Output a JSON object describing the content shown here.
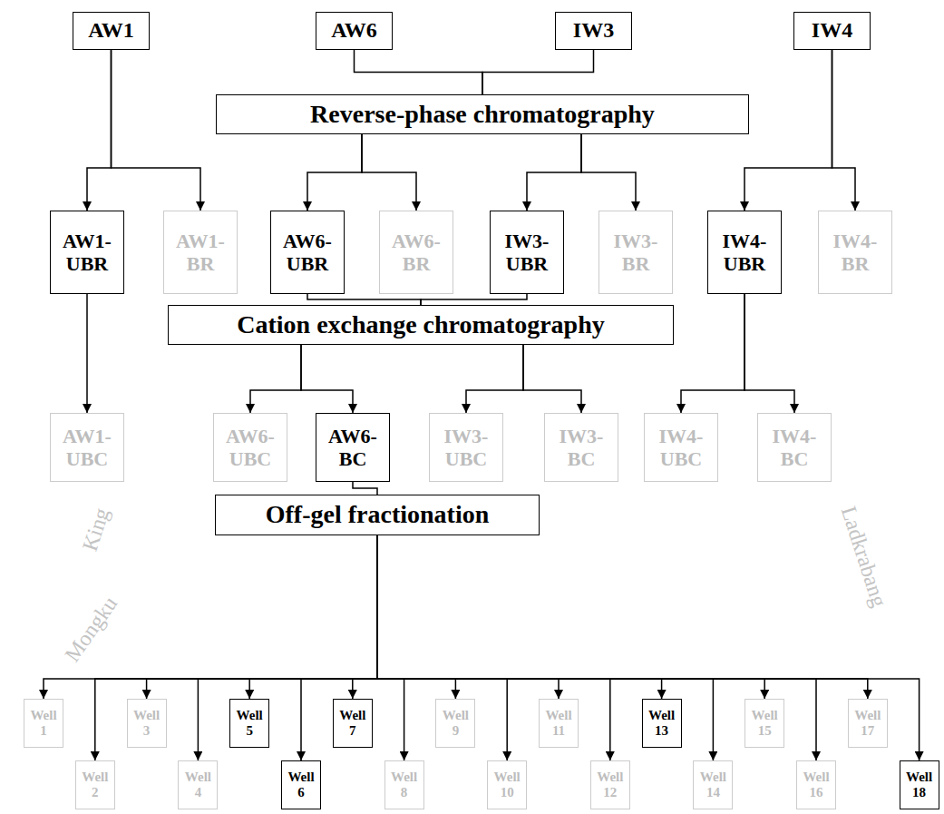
{
  "diagram": {
    "nodes": [
      {
        "text": [
          "AW1"
        ]
      },
      {
        "text": [
          "AW6"
        ]
      },
      {
        "text": [
          "IW3"
        ]
      },
      {
        "text": [
          "IW4"
        ]
      },
      {
        "text": [
          "Reverse-phase chromatography"
        ]
      },
      {
        "text": [
          "AW1-UBR"
        ]
      },
      {
        "text": [
          "AW1-BR"
        ]
      },
      {
        "text": [
          "AW6-UBR"
        ]
      },
      {
        "text": [
          "AW6-BR"
        ]
      },
      {
        "text": [
          "IW3-UBR"
        ]
      },
      {
        "text": [
          "IW3-BR"
        ]
      },
      {
        "text": [
          "IW4-UBR"
        ]
      },
      {
        "text": [
          "IW4-BR"
        ]
      },
      {
        "text": [
          "Cation exchange chromatography"
        ]
      },
      {
        "text": [
          "AW1-UBC"
        ]
      },
      {
        "text": [
          "AW6-UBC"
        ]
      },
      {
        "text": [
          "AW6-BC"
        ]
      },
      {
        "text": [
          "IW3-UBC"
        ]
      },
      {
        "text": [
          "IW3-BC"
        ]
      },
      {
        "text": [
          "IW4-UBC"
        ]
      },
      {
        "text": [
          "IW4-BC"
        ]
      },
      {
        "text": [
          "Off-gel fractionation"
        ]
      },
      {
        "text": [
          "Well 1"
        ]
      },
      {
        "text": [
          "Well 2"
        ]
      },
      {
        "text": [
          "Well 3"
        ]
      },
      {
        "text": [
          "Well 4"
        ]
      },
      {
        "text": [
          "Well 5"
        ]
      },
      {
        "text": [
          "Well 6"
        ]
      },
      {
        "text": [
          "Well 7"
        ]
      },
      {
        "text": [
          "Well 8"
        ]
      },
      {
        "text": [
          "Well 9"
        ]
      },
      {
        "text": [
          "Well 10"
        ]
      },
      {
        "text": [
          "Well 11"
        ]
      },
      {
        "text": [
          "Well 12"
        ]
      },
      {
        "text": [
          "Well 13"
        ]
      },
      {
        "text": [
          "Well 14"
        ]
      },
      {
        "text": [
          "Well 15"
        ]
      },
      {
        "text": [
          "Well 16"
        ]
      },
      {
        "text": [
          "Well 17"
        ]
      },
      {
        "text": [
          "Well 18"
        ]
      }
    ],
    "edges": [
      {
        "from": 0,
        "to": 5,
        "arrow": "to"
      },
      {
        "from": 0,
        "to": 6,
        "arrow": "to"
      },
      {
        "from": 1,
        "to": 4,
        "arrow": "none"
      },
      {
        "from": 2,
        "to": 4,
        "arrow": "none"
      },
      {
        "from": 3,
        "to": 11,
        "arrow": "to"
      },
      {
        "from": 3,
        "to": 12,
        "arrow": "to"
      },
      {
        "from": 4,
        "to": 7,
        "arrow": "to"
      },
      {
        "from": 4,
        "to": 8,
        "arrow": "to"
      },
      {
        "from": 4,
        "to": 9,
        "arrow": "to"
      },
      {
        "from": 4,
        "to": 10,
        "arrow": "to"
      },
      {
        "from": 7,
        "to": 13,
        "arrow": "none"
      },
      {
        "from": 9,
        "to": 13,
        "arrow": "none"
      },
      {
        "from": 13,
        "to": 15,
        "arrow": "to"
      },
      {
        "from": 13,
        "to": 16,
        "arrow": "to"
      },
      {
        "from": 13,
        "to": 17,
        "arrow": "to"
      },
      {
        "from": 13,
        "to": 18,
        "arrow": "to"
      },
      {
        "from": 5,
        "to": 14,
        "arrow": "to"
      },
      {
        "from": 11,
        "to": 19,
        "arrow": "to"
      },
      {
        "from": 11,
        "to": 20,
        "arrow": "to"
      },
      {
        "from": 16,
        "to": 21,
        "arrow": "none"
      },
      {
        "from": 21,
        "to": 22,
        "arrow": "to"
      },
      {
        "from": 21,
        "to": 23,
        "arrow": "to"
      },
      {
        "from": 21,
        "to": 24,
        "arrow": "to"
      },
      {
        "from": 21,
        "to": 25,
        "arrow": "to"
      },
      {
        "from": 21,
        "to": 26,
        "arrow": "to"
      },
      {
        "from": 21,
        "to": 27,
        "arrow": "to"
      },
      {
        "from": 21,
        "to": 28,
        "arrow": "to"
      },
      {
        "from": 21,
        "to": 29,
        "arrow": "to"
      },
      {
        "from": 21,
        "to": 30,
        "arrow": "to"
      },
      {
        "from": 21,
        "to": 31,
        "arrow": "to"
      },
      {
        "from": 21,
        "to": 32,
        "arrow": "to"
      },
      {
        "from": 21,
        "to": 33,
        "arrow": "to"
      },
      {
        "from": 21,
        "to": 34,
        "arrow": "to"
      },
      {
        "from": 21,
        "to": 35,
        "arrow": "to"
      },
      {
        "from": 21,
        "to": 36,
        "arrow": "to"
      },
      {
        "from": 21,
        "to": 37,
        "arrow": "to"
      },
      {
        "from": 21,
        "to": 38,
        "arrow": "to"
      },
      {
        "from": 21,
        "to": 39,
        "arrow": "to"
      }
    ],
    "labels": [
      "King",
      "Mongku",
      "Ladkrabang"
    ]
  }
}
